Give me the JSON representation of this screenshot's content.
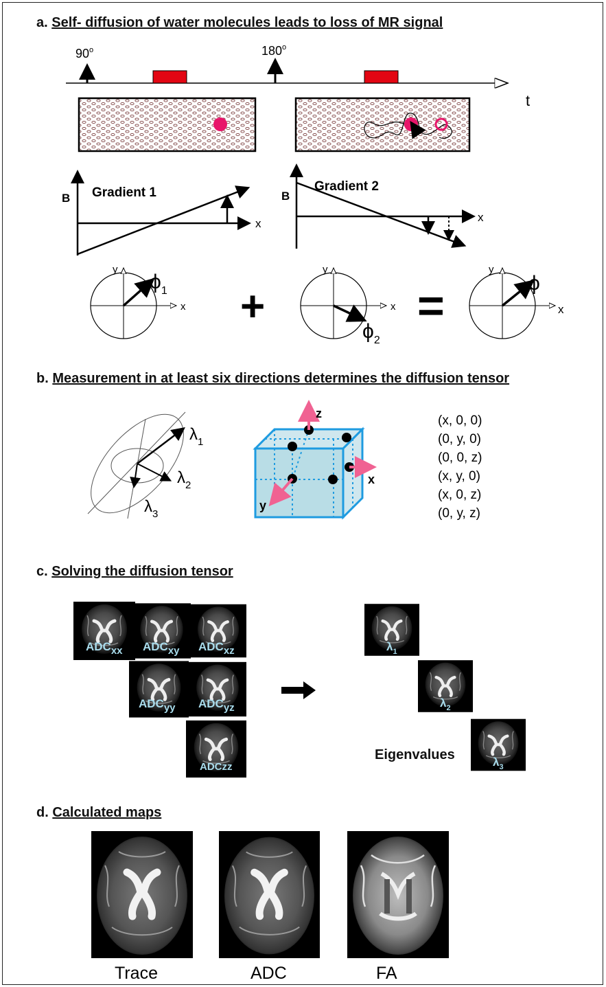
{
  "sections": {
    "a": {
      "letter": "a.",
      "title": "Self- diffusion of water molecules leads to loss of MR signal"
    },
    "b": {
      "letter": "b.",
      "title": "Measurement in at least six directions determines the diffusion tensor"
    },
    "c": {
      "letter": "c.",
      "title": "Solving the diffusion tensor"
    },
    "d": {
      "letter": "d.",
      "title": "Calculated maps"
    }
  },
  "pulse": {
    "p90": "90",
    "p180": "180",
    "deg": "o",
    "time_axis": "t"
  },
  "gradients": {
    "g1": {
      "title": "Gradient 1",
      "b": "B",
      "x": "x"
    },
    "g2": {
      "title": "Gradient 2",
      "b": "B",
      "x": "x"
    }
  },
  "phase": {
    "y": "y",
    "x": "x",
    "phi": "ϕ",
    "sub1": "1",
    "sub2": "2",
    "plus": "+",
    "equals": "="
  },
  "tensor": {
    "lambda": "λ",
    "l1": "1",
    "l2": "2",
    "l3": "3",
    "cube_x": "x",
    "cube_y": "y",
    "cube_z": "z",
    "directions": [
      "(x, 0, 0)",
      "(0, y, 0)",
      "(0, 0, z)",
      "(x, y, 0)",
      "(x, 0, z)",
      "(0, y, z)"
    ]
  },
  "adc": {
    "prefix": "ADC",
    "subs": [
      "xx",
      "xy",
      "xz",
      "yy",
      "yz",
      "zz"
    ],
    "eig_label": "Eigenvalues"
  },
  "maps": {
    "labels": [
      "Trace",
      "ADC",
      "FA"
    ]
  },
  "colors": {
    "pink": "#e8156a",
    "red": "#e30613",
    "cube_blue": "#1e9be0",
    "cube_fill": "#b9dde6",
    "arrow_pink": "#f06292",
    "adc_label": "#a9dcec"
  }
}
